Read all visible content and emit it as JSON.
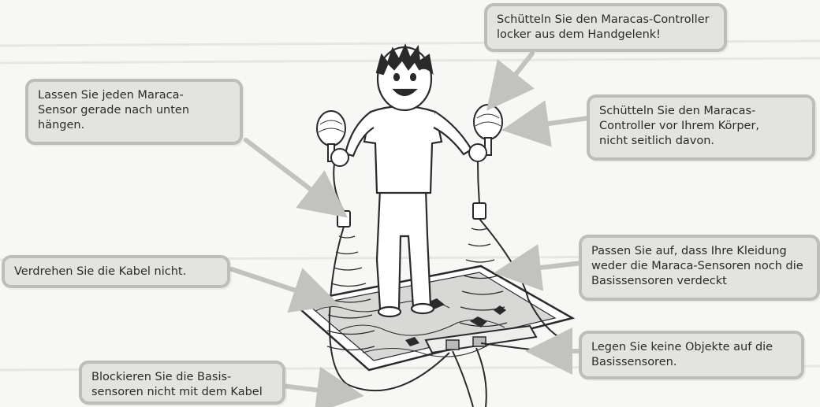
{
  "callouts": {
    "shake_wrist": "Schütteln Sie den Maracas-Controller\nlocker aus dem Handgelenk!",
    "sensor_hang": "Lassen Sie jeden Maraca-\nSensor gerade nach unten\nhängen.",
    "shake_front": "Schütteln Sie den Maracas-\nController vor Ihrem Körper,\nnicht seitlich davon.",
    "clothing": "Passen Sie auf, dass Ihre Kleidung\nweder die Maraca-Sensoren noch die\nBasissensoren verdeckt",
    "no_twist": "Verdrehen Sie die Kabel nicht.",
    "no_objects": "Legen Sie keine Objekte auf die\nBasissensoren.",
    "no_block": "Blockieren Sie die Basis-\nsensoren nicht mit dem Kabel"
  },
  "colors": {
    "callout_bg": "#e3e3e0",
    "callout_border": "#bdbdba",
    "arrow": "#c2c2bf",
    "line": "#2a2a2a"
  },
  "icons": [
    "maraca-icon",
    "sensor-icon",
    "mat-icon",
    "person-illustration"
  ]
}
